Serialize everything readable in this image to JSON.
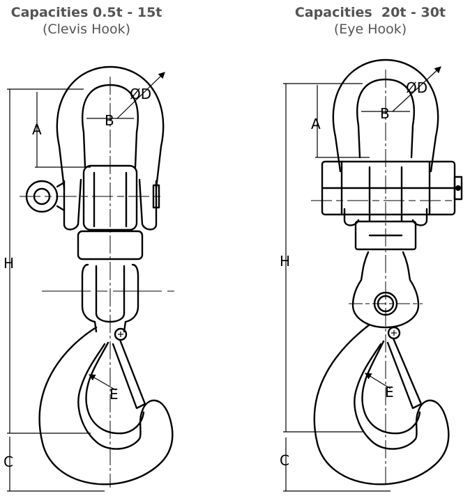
{
  "left_heading": {
    "title": "Capacities 0.5t - 15t",
    "subtitle": "(Clevis Hook)"
  },
  "right_heading": {
    "title": "Capacities  20t - 30t",
    "subtitle": "(Eye Hook)"
  },
  "dimension_labels": {
    "A": "A",
    "B": "B",
    "D": "ØD",
    "H": "H",
    "E": "E",
    "C": "C"
  },
  "colors": {
    "heading": "#545454",
    "line": "#000000",
    "background": "#ffffff"
  }
}
